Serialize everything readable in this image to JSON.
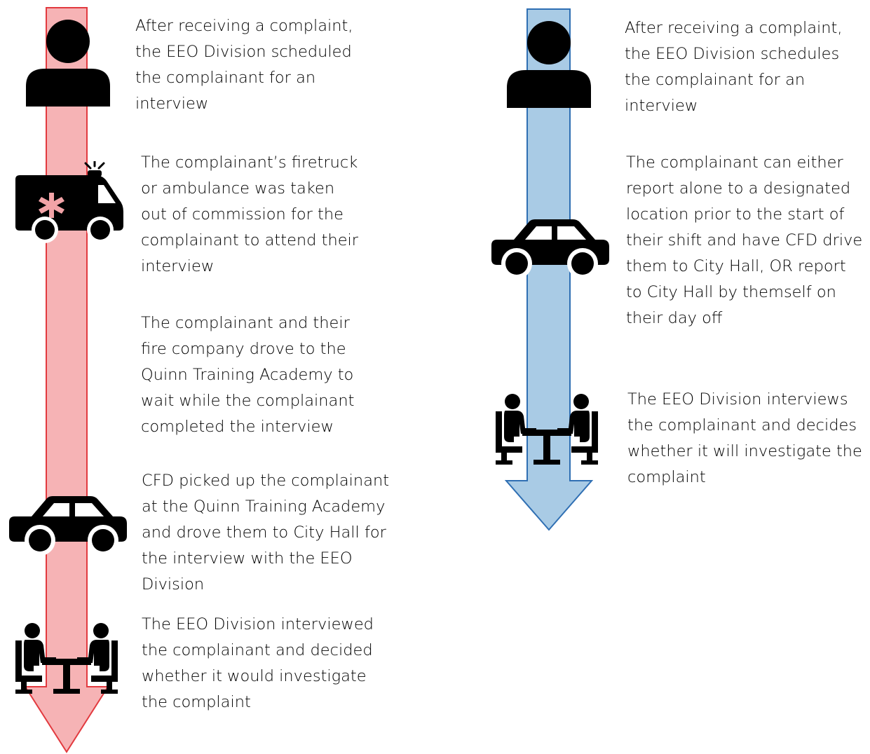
{
  "colors": {
    "left_fill": "#f6b3b5",
    "left_stroke": "#e23a3f",
    "right_fill": "#a9cbe5",
    "right_stroke": "#2f6fb3",
    "icon": "#000000",
    "ambulance_cross": "#f2a3a7"
  },
  "left_flow": {
    "steps": [
      {
        "icon": "person-icon",
        "text": "After receiving a complaint,\nthe EEO Division scheduled\nthe complainant for an\ninterview"
      },
      {
        "icon": "ambulance-icon",
        "text": "The complainant’s firetruck\nor ambulance was taken\nout of commission for the\ncomplainant to attend their\ninterview"
      },
      {
        "icon": "",
        "text": "The complainant and their\nfire company drove to the\nQuinn Training Academy to\nwait while the complainant\ncompleted the interview"
      },
      {
        "icon": "car-icon",
        "text": "CFD picked up the complainant\nat the Quinn Training Academy\nand drove them to City Hall for\nthe interview with the EEO\nDivision"
      },
      {
        "icon": "meeting-icon",
        "text": "The EEO Division interviewed\nthe complainant and decided\nwhether it would investigate\nthe complaint"
      }
    ]
  },
  "right_flow": {
    "steps": [
      {
        "icon": "person-icon",
        "text": "After receiving a complaint,\nthe EEO Division schedules\nthe complainant for an\ninterview"
      },
      {
        "icon": "car-icon",
        "text": "The complainant can either\nreport alone to a designated\nlocation prior to the start of\ntheir shift and have CFD drive\nthem to City Hall, OR report\nto City Hall by themself on\ntheir day off"
      },
      {
        "icon": "meeting-icon",
        "text": "The EEO Division interviews\nthe complainant and decides\nwhether it will investigate the\ncomplaint"
      }
    ]
  }
}
